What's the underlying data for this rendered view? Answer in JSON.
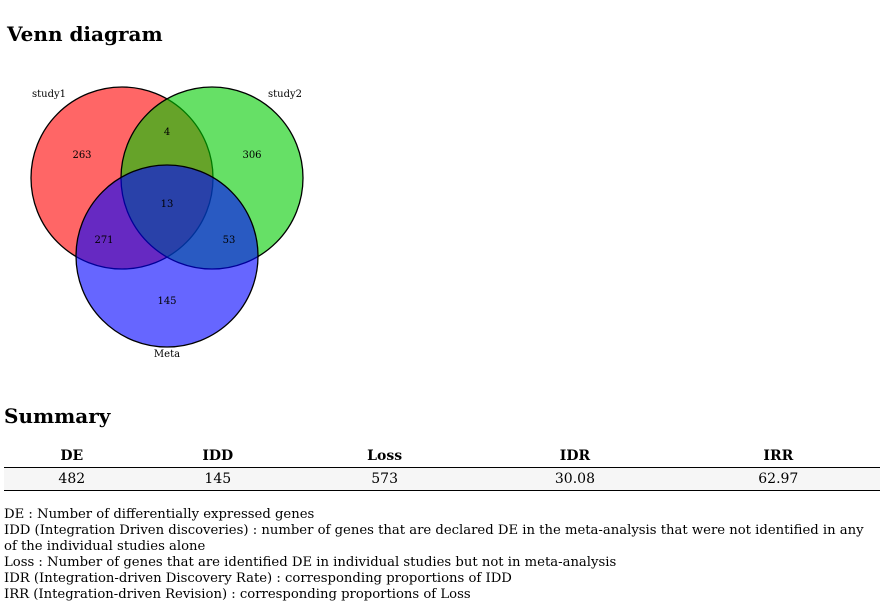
{
  "venn": {
    "title": "Venn diagram",
    "sets": [
      {
        "name": "study1",
        "color": "#ff0000"
      },
      {
        "name": "study2",
        "color": "#00cc00"
      },
      {
        "name": "Meta",
        "color": "#0000ff"
      }
    ],
    "regions": {
      "study1_only": "263",
      "study2_only": "306",
      "meta_only": "145",
      "study1_study2": "4",
      "study1_meta": "271",
      "study2_meta": "53",
      "all_three": "13"
    }
  },
  "summary": {
    "title": "Summary",
    "headers": [
      "DE",
      "IDD",
      "Loss",
      "IDR",
      "IRR"
    ],
    "values": [
      "482",
      "145",
      "573",
      "30.08",
      "62.97"
    ]
  },
  "legend": [
    "DE : Number of differentially expressed genes",
    "IDD (Integration Driven discoveries) : number of genes that are declared DE in the meta-analysis that were not identified in any of the individual studies alone",
    "Loss : Number of genes that are identified DE in individual studies but not in meta-analysis",
    "IDR (Integration-driven Discovery Rate) : corresponding proportions of IDD",
    "IRR (Integration-driven Revision) : corresponding proportions of Loss"
  ]
}
